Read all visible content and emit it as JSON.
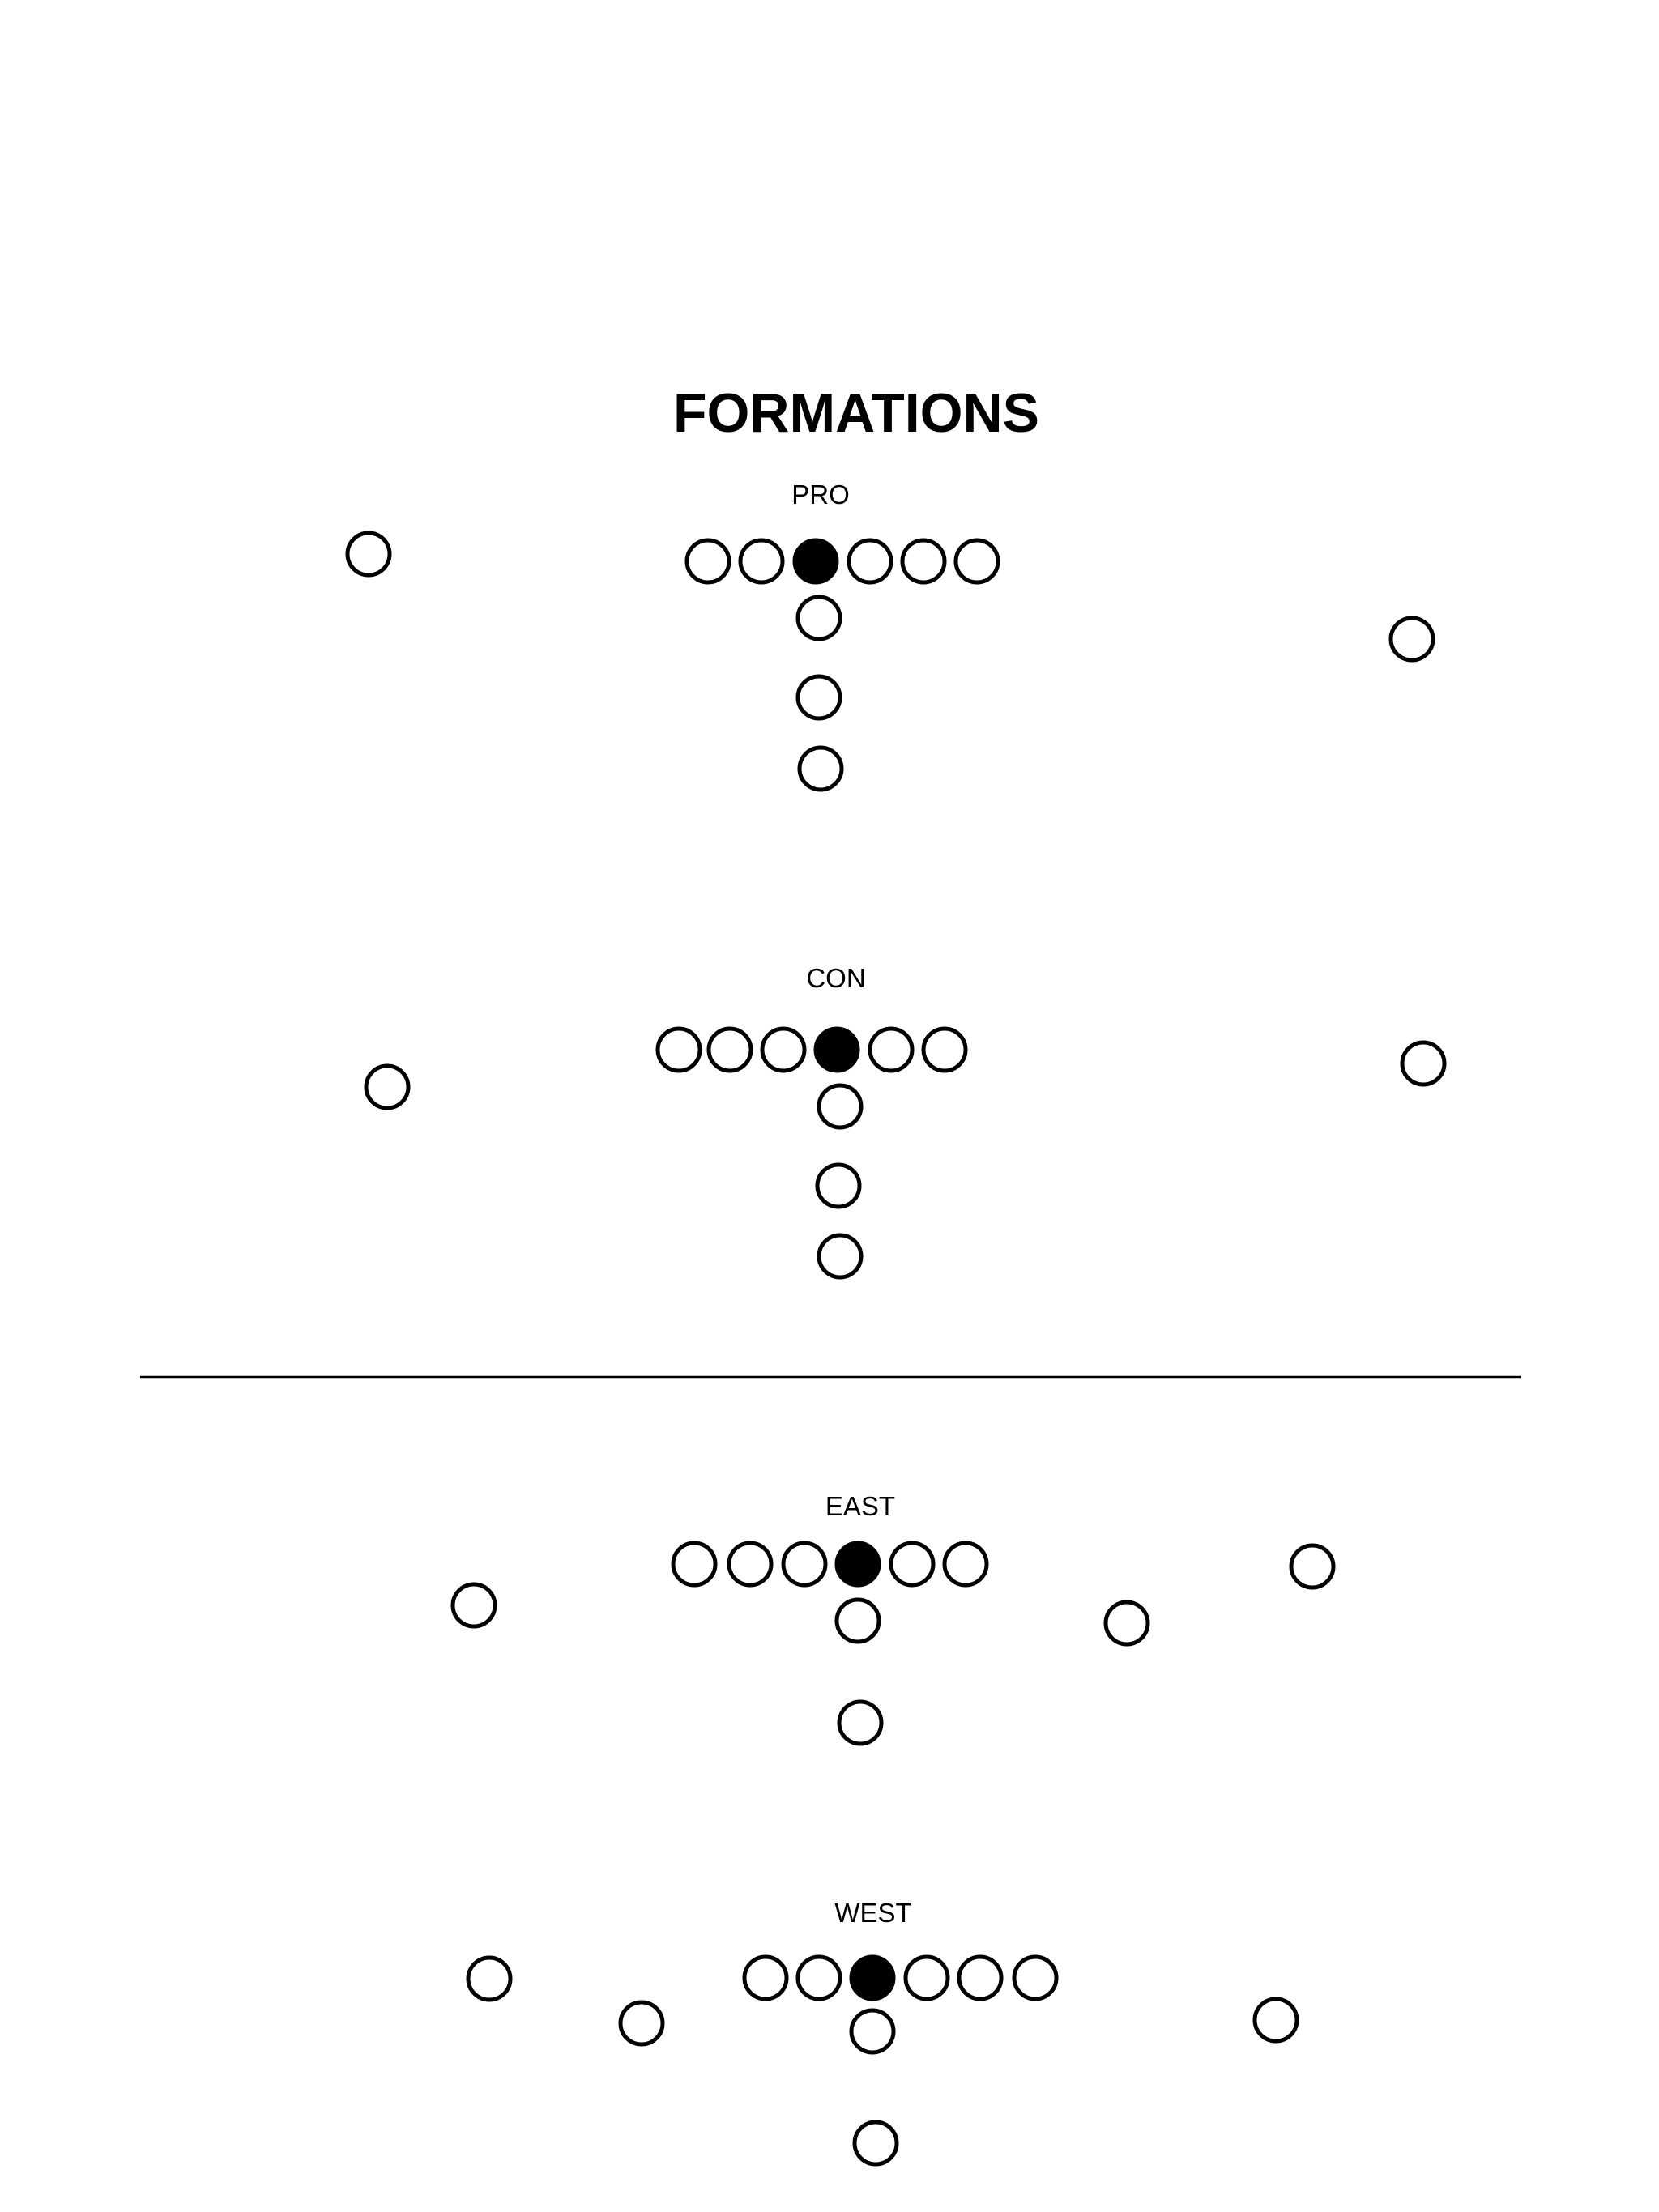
{
  "page_title": "FORMATIONS",
  "colors": {
    "stroke": "#000000",
    "background": "#ffffff",
    "center_fill": "#000000",
    "player_fill": "#ffffff"
  },
  "formations": [
    {
      "name": "PRO",
      "center_marker": "filled-circle",
      "player_marker": "open-circle"
    },
    {
      "name": "CON",
      "center_marker": "filled-circle",
      "player_marker": "open-circle"
    },
    {
      "name": "EAST",
      "center_marker": "filled-circle",
      "player_marker": "open-circle"
    },
    {
      "name": "WEST",
      "center_marker": "filled-circle",
      "player_marker": "open-circle"
    }
  ]
}
